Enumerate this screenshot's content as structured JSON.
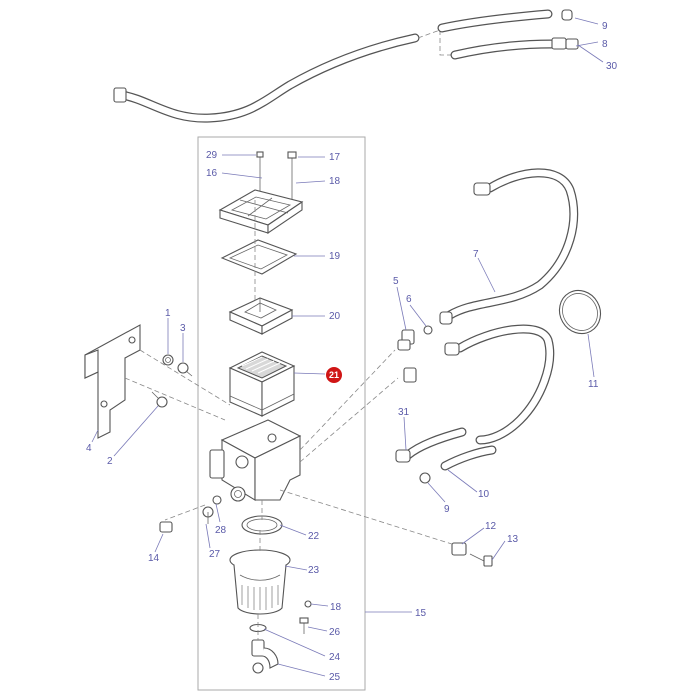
{
  "diagram": {
    "highlighted_part": "21",
    "colors": {
      "label": "#5a5aa8",
      "highlight": "#d01515",
      "line": "#555555"
    },
    "labels": {
      "p9a": "9",
      "p8": "8",
      "p30": "30",
      "p29": "29",
      "p17": "17",
      "p16": "16",
      "p18a": "18",
      "p19": "19",
      "p20": "20",
      "p21": "21",
      "p7": "7",
      "p5": "5",
      "p6": "6",
      "p11": "11",
      "p1": "1",
      "p3": "3",
      "p4": "4",
      "p2": "2",
      "p31": "31",
      "p10": "10",
      "p9b": "9",
      "p22": "22",
      "p28": "28",
      "p27": "27",
      "p14": "14",
      "p23": "23",
      "p12": "12",
      "p13": "13",
      "p18b": "18",
      "p15": "15",
      "p26": "26",
      "p24": "24",
      "p25": "25"
    }
  }
}
